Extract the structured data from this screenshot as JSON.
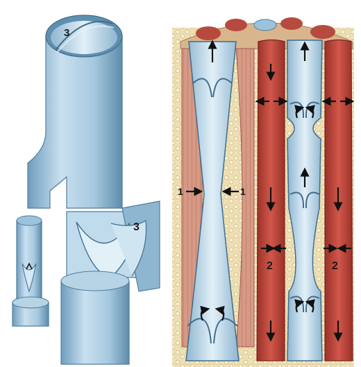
{
  "labels": {
    "one": "1",
    "two": "2",
    "three": "3"
  },
  "colors": {
    "vein": "#9cc3dc",
    "vein_dark": "#5f8fb0",
    "vein_light": "#d6e9f4",
    "muscle": "#c4463a",
    "muscle_dark": "#8e2d26",
    "muscle_fiber": "#d08a78",
    "fat": "#f0e2b8",
    "arrow": "#111111"
  }
}
